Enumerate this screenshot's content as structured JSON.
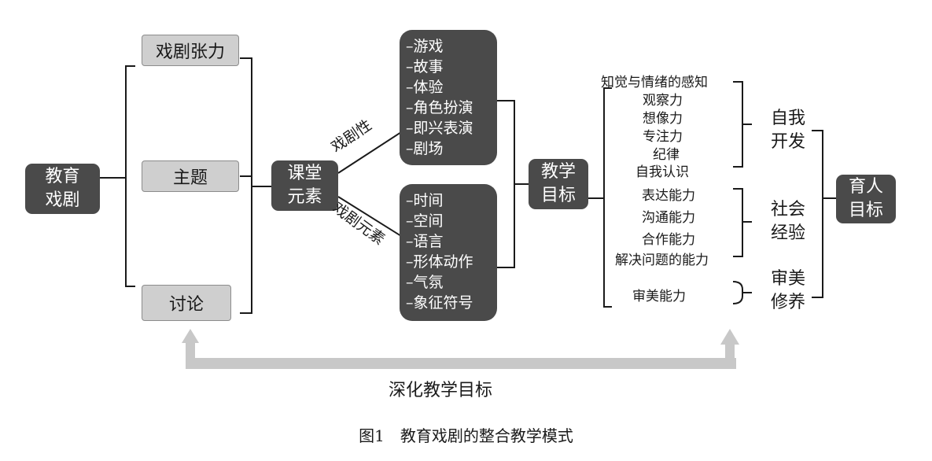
{
  "root": "教育戏剧",
  "branches": [
    "戏剧张力",
    "主题",
    "讨论"
  ],
  "classroom": "课堂元素",
  "edge_labels": {
    "upper": "戏剧性",
    "lower": "戏剧元素"
  },
  "upper_list": [
    "–游戏",
    "–故事",
    "–体验",
    "–角色扮演",
    "–即兴表演",
    "–剧场"
  ],
  "lower_list": [
    "–时间",
    "–空间",
    "–语言",
    "–形体动作",
    "–气氛",
    "–象征符号"
  ],
  "teaching_goal": "教学目标",
  "skills": {
    "self": [
      "知觉与情绪的感知",
      "观察力",
      "想像力",
      "专注力",
      "纪律",
      "自我认识"
    ],
    "social": [
      "表达能力",
      "沟通能力",
      "合作能力",
      "解决问题的能力"
    ],
    "aesthetic": [
      "审美能力"
    ]
  },
  "groups": {
    "self": "自我开发",
    "social": "社会经验",
    "aesthetic": "审美修养"
  },
  "final_goal": "育人目标",
  "feedback_label": "深化教学目标",
  "caption": "图1　教育戏剧的整合教学模式"
}
